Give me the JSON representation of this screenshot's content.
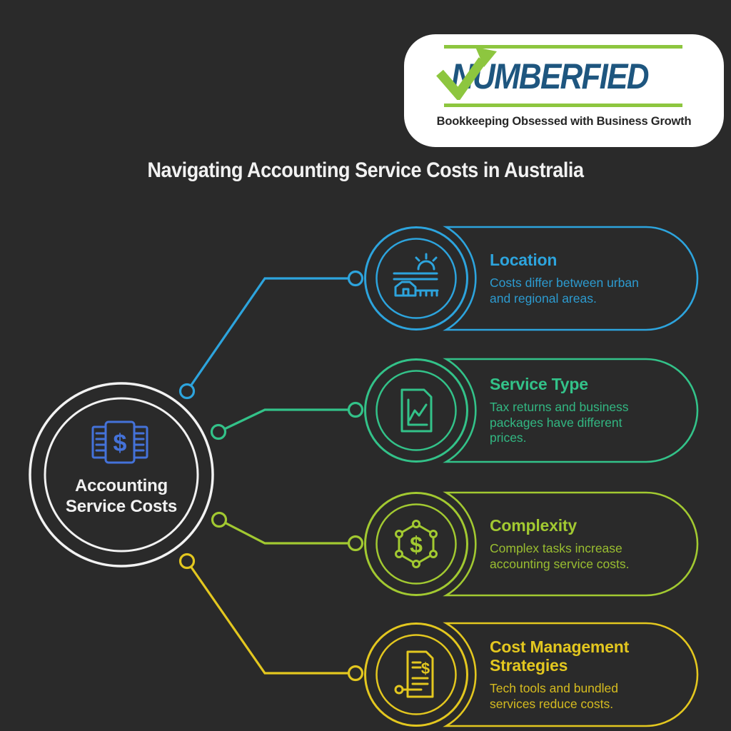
{
  "page": {
    "title": "Navigating Accounting Service Costs in Australia",
    "background": "#2a2a2a"
  },
  "logo": {
    "brand": "NUMBERFIED",
    "tagline": "Bookkeeping Obsessed with Business Growth",
    "colors": {
      "navy": "#1e567f",
      "green": "#8dc63f"
    }
  },
  "center": {
    "line1": "Accounting",
    "line2": "Service Costs",
    "icon": "banknotes-dollar-icon",
    "icon_color": "#4472d9",
    "ring_color": "#f2f2f2"
  },
  "glyphs": {
    "dollar": "$"
  },
  "nodes": [
    {
      "id": "location",
      "title": "Location",
      "description": "Costs differ between urban and regional areas.",
      "color": "#2da4dd",
      "icon": "sunrise-farm-icon"
    },
    {
      "id": "service-type",
      "title": "Service Type",
      "description": "Tax returns and business packages have different prices.",
      "color": "#33c289",
      "icon": "document-chart-icon"
    },
    {
      "id": "complexity",
      "title": "Complexity",
      "description": "Complex tasks increase accounting service costs.",
      "color": "#a2c931",
      "icon": "hexagon-dollar-icon"
    },
    {
      "id": "cost-management",
      "title": "Cost Management Strategies",
      "description": "Tech tools and bundled services reduce costs.",
      "color": "#e3c71f",
      "icon": "invoice-dollar-icon"
    }
  ]
}
